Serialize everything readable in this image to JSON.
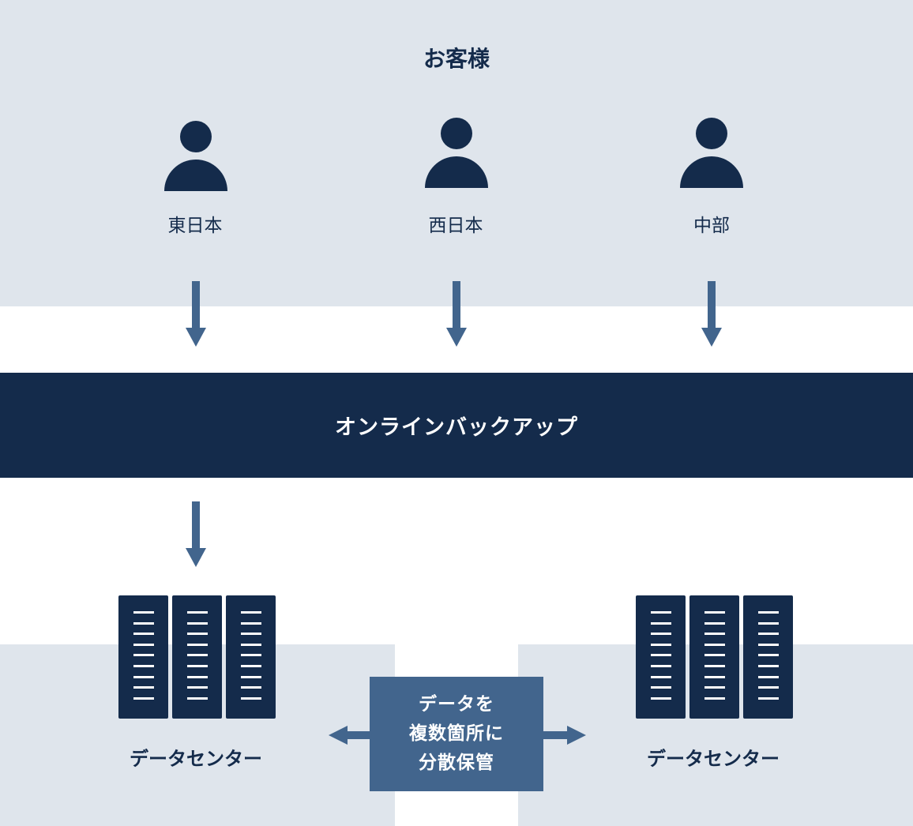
{
  "colors": {
    "navy": "#142b4b",
    "steel_blue": "#42658d",
    "light_panel": "#dfe5ec",
    "background": "#ffffff"
  },
  "customers": {
    "title": "お客様",
    "regions": [
      {
        "label": "東日本",
        "icon": "person-icon"
      },
      {
        "label": "西日本",
        "icon": "person-icon"
      },
      {
        "label": "中部",
        "icon": "person-icon"
      }
    ]
  },
  "service": {
    "label": "オンラインバックアップ"
  },
  "datacenters": [
    {
      "label": "データセンター",
      "icon": "server-rack-icon"
    },
    {
      "label": "データセンター",
      "icon": "server-rack-icon"
    }
  ],
  "distribution": {
    "lines": [
      "データを",
      "複数箇所に",
      "分散保管"
    ]
  }
}
